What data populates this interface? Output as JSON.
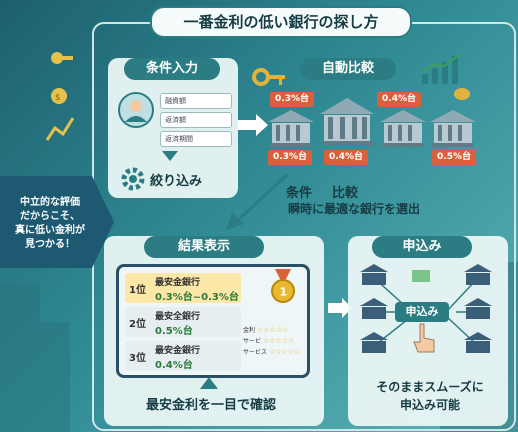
{
  "title": "一番金利の低い銀行の探し方",
  "left_banner": {
    "line1": "中立的な評価",
    "line2": "だからこそ、",
    "line3": "真に低い金利が",
    "line4": "見つかる！"
  },
  "step_input": {
    "label": "条件入力",
    "fields": [
      "融資額",
      "返済額",
      "返済期間"
    ],
    "filter_label": "絞り込み"
  },
  "step_compare": {
    "label": "自動比較",
    "rates_top": [
      "0.3%台",
      "0.4%台"
    ],
    "rates_bottom": [
      "0.3%台",
      "0.4%台",
      "0.5%台"
    ],
    "caption_condition": "条件",
    "caption_compare": "比較",
    "caption_select": "瞬時に最適な銀行を選出"
  },
  "step_results": {
    "label": "結果表示",
    "rows": [
      {
        "rank": "1位",
        "name": "最安金銀行",
        "rate": "0.3%台~0.3%台"
      },
      {
        "rank": "2位",
        "name": "最安全銀行",
        "rate": "0.5%台"
      },
      {
        "rank": "3位",
        "name": "最安金銀行",
        "rate": "0.4%台"
      }
    ],
    "medal": "1",
    "ratings": [
      {
        "label": "金利",
        "stars": "☆☆☆☆☆"
      },
      {
        "label": "サービ",
        "stars": "☆☆☆☆☆"
      },
      {
        "label": "サービス",
        "stars": "☆☆☆☆☆"
      }
    ],
    "caption": "最安金利を一目で確認"
  },
  "step_apply": {
    "label": "申込み",
    "button": "申込み",
    "caption_line1": "そのままスムーズに",
    "caption_line2": "申込み可能"
  },
  "colors": {
    "accent": "#2c7d83",
    "rate_badge": "#d9603b",
    "navy": "#2a4f66"
  }
}
